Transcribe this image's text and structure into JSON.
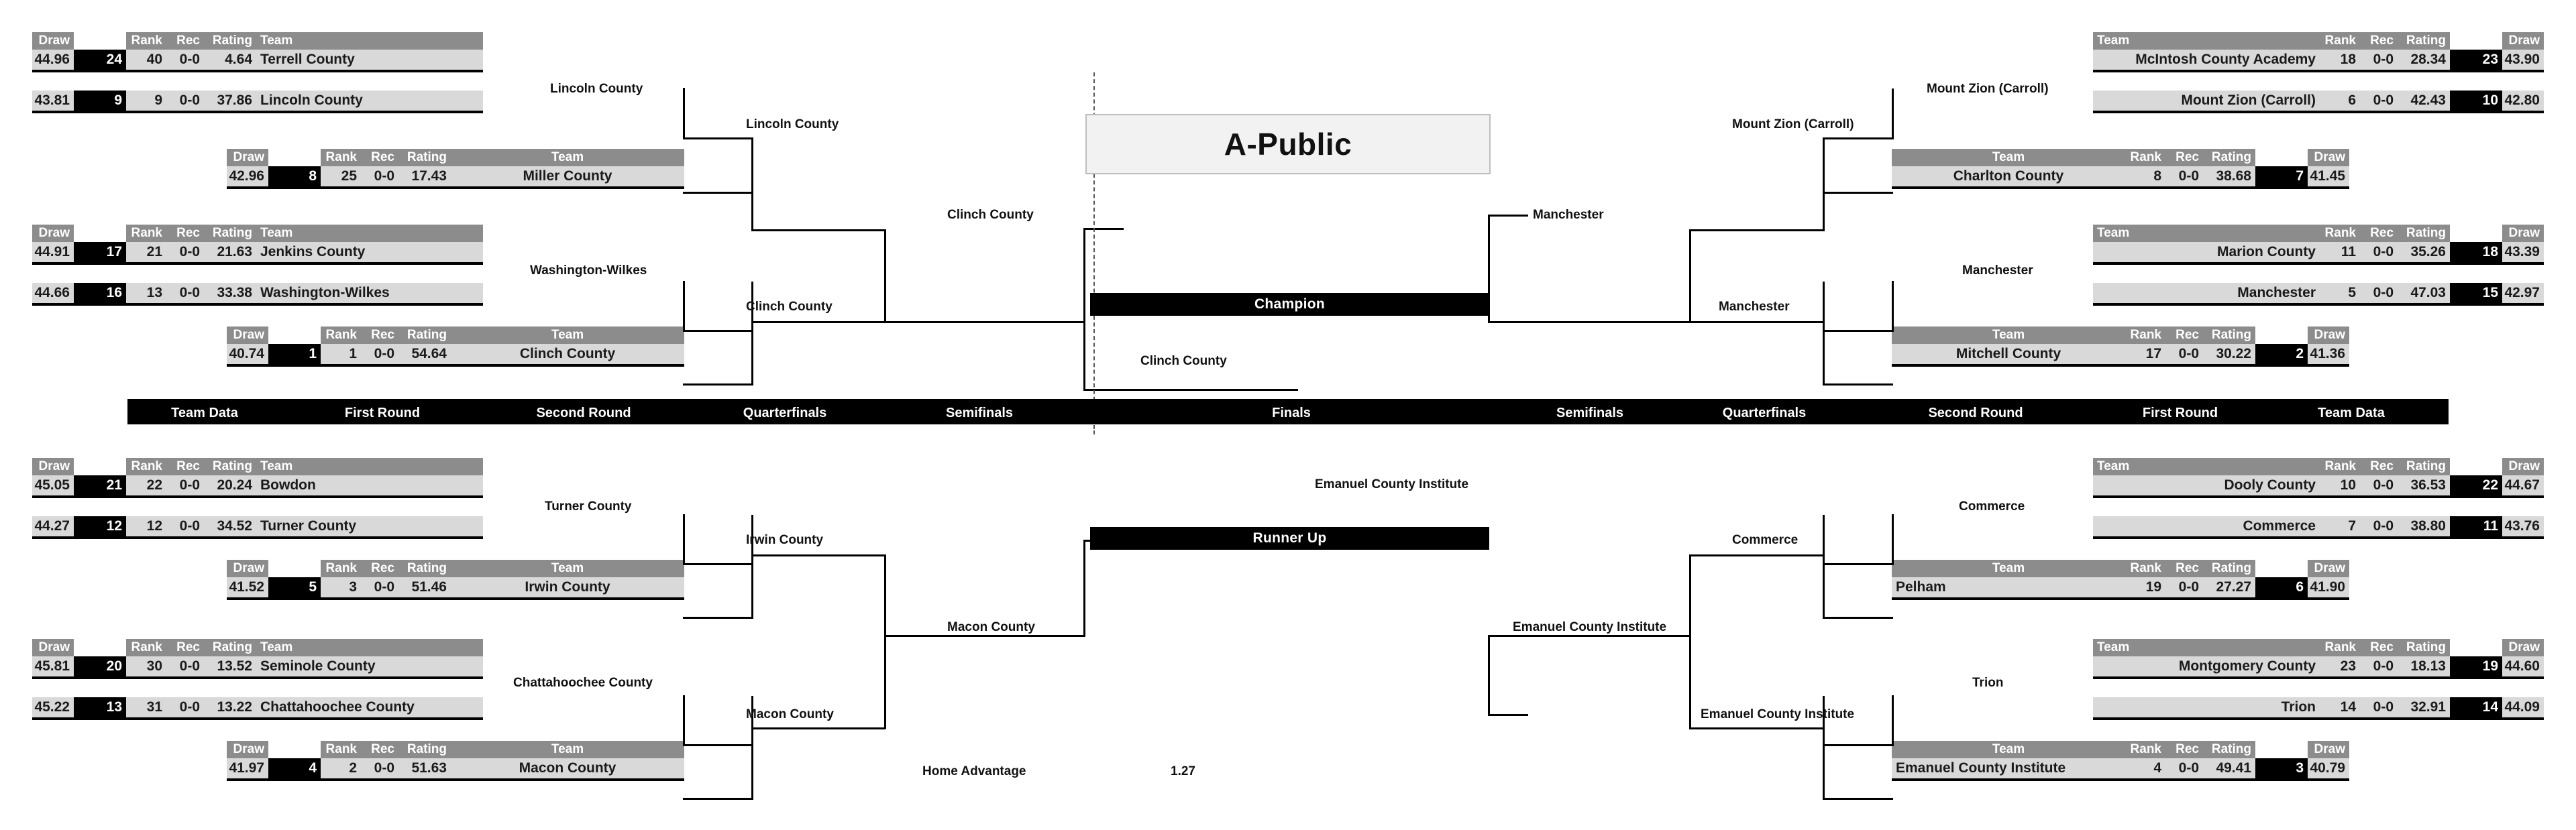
{
  "title": "A-Public",
  "columns": {
    "draw": "Draw",
    "rank": "Rank",
    "rec": "Rec",
    "rating": "Rating",
    "team": "Team",
    "blank": ""
  },
  "band_labels_left": [
    "Team Data",
    "First Round",
    "Second Round",
    "Quarterfinals",
    "Semifinals",
    "Finals"
  ],
  "band_labels_right": [
    "Semifinals",
    "Quarterfinals",
    "Second Round",
    "First Round",
    "Team Data"
  ],
  "results": {
    "champion": "Champion",
    "runner_up": "Runner Up"
  },
  "footer": {
    "home_advantage_label": "Home Advantage",
    "home_advantage_value": "1.27"
  },
  "colors": {
    "header_gray": "#8c8c8c",
    "row_gray": "#d9d9d9",
    "seed_black": "#000000",
    "title_bg": "#f2f2f2"
  },
  "teams": {
    "terrell": {
      "draw": "44.96",
      "seed": "24",
      "rank": "40",
      "rec": "0-0",
      "rating": "4.64",
      "team": "Terrell County"
    },
    "lincoln": {
      "draw": "43.81",
      "seed": "9",
      "rank": "9",
      "rec": "0-0",
      "rating": "37.86",
      "team": "Lincoln County"
    },
    "miller": {
      "draw": "42.96",
      "seed": "8",
      "rank": "25",
      "rec": "0-0",
      "rating": "17.43",
      "team": "Miller County"
    },
    "jenkins": {
      "draw": "44.91",
      "seed": "17",
      "rank": "21",
      "rec": "0-0",
      "rating": "21.63",
      "team": "Jenkins County"
    },
    "washwilkes": {
      "draw": "44.66",
      "seed": "16",
      "rank": "13",
      "rec": "0-0",
      "rating": "33.38",
      "team": "Washington-Wilkes"
    },
    "clinch": {
      "draw": "40.74",
      "seed": "1",
      "rank": "1",
      "rec": "0-0",
      "rating": "54.64",
      "team": "Clinch County"
    },
    "bowdon": {
      "draw": "45.05",
      "seed": "21",
      "rank": "22",
      "rec": "0-0",
      "rating": "20.24",
      "team": "Bowdon"
    },
    "turner": {
      "draw": "44.27",
      "seed": "12",
      "rank": "12",
      "rec": "0-0",
      "rating": "34.52",
      "team": "Turner County"
    },
    "irwin": {
      "draw": "41.52",
      "seed": "5",
      "rank": "3",
      "rec": "0-0",
      "rating": "51.46",
      "team": "Irwin County"
    },
    "seminole": {
      "draw": "45.81",
      "seed": "20",
      "rank": "30",
      "rec": "0-0",
      "rating": "13.52",
      "team": "Seminole County"
    },
    "chattahoochee": {
      "draw": "45.22",
      "seed": "13",
      "rank": "31",
      "rec": "0-0",
      "rating": "13.22",
      "team": "Chattahoochee County"
    },
    "macon": {
      "draw": "41.97",
      "seed": "4",
      "rank": "2",
      "rec": "0-0",
      "rating": "51.63",
      "team": "Macon County"
    },
    "mcintosh": {
      "draw": "43.90",
      "seed": "23",
      "rank": "18",
      "rec": "0-0",
      "rating": "28.34",
      "team": "McIntosh County Academy"
    },
    "mountzion": {
      "draw": "42.80",
      "seed": "10",
      "rank": "6",
      "rec": "0-0",
      "rating": "42.43",
      "team": "Mount Zion (Carroll)"
    },
    "charlton": {
      "draw": "41.45",
      "seed": "7",
      "rank": "8",
      "rec": "0-0",
      "rating": "38.68",
      "team": "Charlton County"
    },
    "marion": {
      "draw": "43.39",
      "seed": "18",
      "rank": "11",
      "rec": "0-0",
      "rating": "35.26",
      "team": "Marion County"
    },
    "manchester": {
      "draw": "42.97",
      "seed": "15",
      "rank": "5",
      "rec": "0-0",
      "rating": "47.03",
      "team": "Manchester"
    },
    "mitchell": {
      "draw": "41.36",
      "seed": "2",
      "rank": "17",
      "rec": "0-0",
      "rating": "30.22",
      "team": "Mitchell County"
    },
    "dooly": {
      "draw": "44.67",
      "seed": "22",
      "rank": "10",
      "rec": "0-0",
      "rating": "36.53",
      "team": "Dooly County"
    },
    "commerce": {
      "draw": "43.76",
      "seed": "11",
      "rank": "7",
      "rec": "0-0",
      "rating": "38.80",
      "team": "Commerce"
    },
    "pelham": {
      "draw": "41.90",
      "seed": "6",
      "rank": "19",
      "rec": "0-0",
      "rating": "27.27",
      "team": "Pelham"
    },
    "montgomery": {
      "draw": "44.60",
      "seed": "19",
      "rank": "23",
      "rec": "0-0",
      "rating": "18.13",
      "team": "Montgomery County"
    },
    "trion": {
      "draw": "44.09",
      "seed": "14",
      "rank": "14",
      "rec": "0-0",
      "rating": "32.91",
      "team": "Trion"
    },
    "emanuel": {
      "draw": "40.79",
      "seed": "3",
      "rank": "4",
      "rec": "0-0",
      "rating": "49.41",
      "team": "Emanuel County Institute"
    }
  },
  "advance": {
    "tl_r1": "Lincoln County",
    "tl_r2": "Lincoln County",
    "tl_r1b": "Washington-Wilkes",
    "tl_r2b": "Clinch County",
    "tl_qf": "Clinch County",
    "tl_sf": "Clinch County",
    "bl_r1": "Turner County",
    "bl_r2": "Irwin County",
    "bl_r1b": "Chattahoochee County",
    "bl_r2b": "Macon County",
    "bl_qf": "Macon County",
    "tr_r1": "Mount Zion (Carroll)",
    "tr_r2": "Mount Zion (Carroll)",
    "tr_r1b": "Manchester",
    "tr_r2b": "Manchester",
    "tr_qf": "Manchester",
    "br_r1": "Commerce",
    "br_r2": "Commerce",
    "br_r1b": "Trion",
    "br_r2b": "Emanuel County Institute",
    "br_qf": "Emanuel County Institute",
    "br_sf": "Emanuel County Institute"
  }
}
